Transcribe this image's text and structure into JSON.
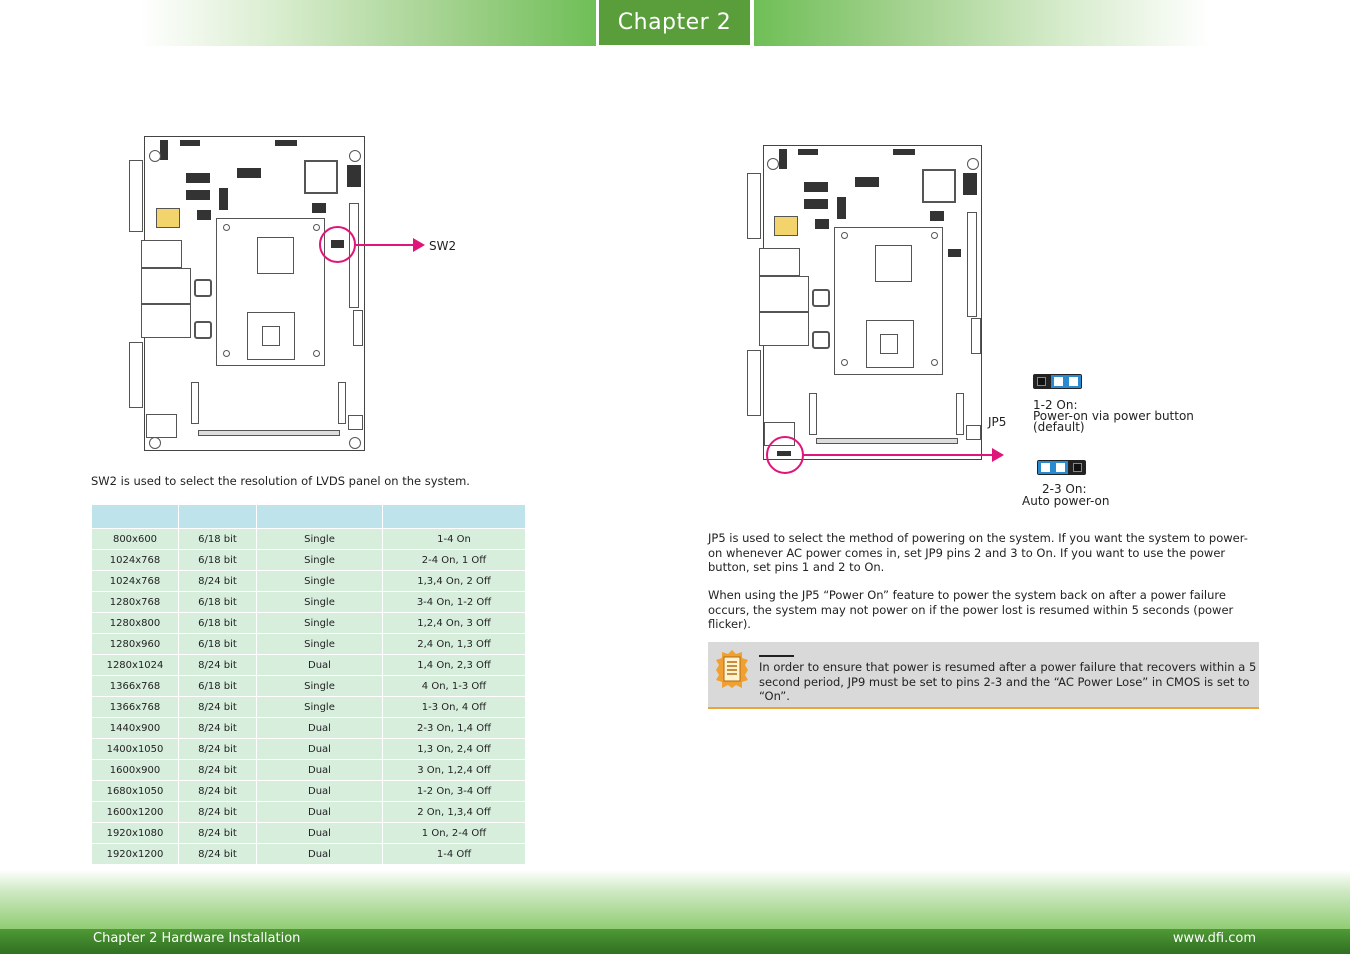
{
  "header": {
    "chapter_tab": "Chapter 2"
  },
  "footer": {
    "left": "Chapter 2 Hardware Installation",
    "right": "www.dfi.com"
  },
  "left": {
    "callout_label": "SW2",
    "description": "SW2 is used to select the resolution of LVDS panel on the system.",
    "table": {
      "headers": [
        "",
        "",
        "",
        ""
      ],
      "rows": [
        [
          "800x600",
          "6/18 bit",
          "Single",
          "1-4 On"
        ],
        [
          "1024x768",
          "6/18 bit",
          "Single",
          "2-4 On, 1 Off"
        ],
        [
          "1024x768",
          "8/24 bit",
          "Single",
          "1,3,4 On, 2 Off"
        ],
        [
          "1280x768",
          "6/18 bit",
          "Single",
          "3-4 On, 1-2 Off"
        ],
        [
          "1280x800",
          "6/18 bit",
          "Single",
          "1,2,4 On, 3 Off"
        ],
        [
          "1280x960",
          "6/18 bit",
          "Single",
          "2,4 On, 1,3 Off"
        ],
        [
          "1280x1024",
          "8/24 bit",
          "Dual",
          "1,4 On, 2,3 Off"
        ],
        [
          "1366x768",
          "6/18 bit",
          "Single",
          "4 On, 1-3 Off"
        ],
        [
          "1366x768",
          "8/24 bit",
          "Single",
          "1-3 On, 4 Off"
        ],
        [
          "1440x900",
          "8/24 bit",
          "Dual",
          "2-3 On, 1,4 Off"
        ],
        [
          "1400x1050",
          "8/24 bit",
          "Dual",
          "1,3 On, 2,4 Off"
        ],
        [
          "1600x900",
          "8/24 bit",
          "Dual",
          "3 On, 1,2,4 Off"
        ],
        [
          "1680x1050",
          "8/24 bit",
          "Dual",
          "1-2 On, 3-4 Off"
        ],
        [
          "1600x1200",
          "8/24 bit",
          "Dual",
          "2 On, 1,3,4 Off"
        ],
        [
          "1920x1080",
          "8/24 bit",
          "Dual",
          "1 On, 2-4 Off"
        ],
        [
          "1920x1200",
          "8/24 bit",
          "Dual",
          "1-4 Off"
        ]
      ]
    }
  },
  "right": {
    "callout_label": "JP5",
    "option1_title": "1-2 On:",
    "option1_desc": "Power-on via power button",
    "option1_note": "(default)",
    "option2_title": "2-3 On:",
    "option2_desc": "Auto power-on",
    "para1": "JP5 is used to select the method of powering on the system. If you want the system to power-on whenever AC power comes in, set JP9 pins 2 and 3 to On. If you want to use the power button, set pins 1 and 2 to On.",
    "para2": "When using the JP5 “Power On” feature to power the system back on after a power failure occurs, the system may not power on if the power lost is resumed within 5 seconds (power flicker).",
    "note": "In order to ensure that power is resumed after a power failure that recovers within a 5 second period, JP9 must be set to pins 2-3 and the “AC Power Lose” in CMOS is set to “On”.",
    "note_icon": "note-icon"
  },
  "colors": {
    "accent_green": "#5a9e3c",
    "callout_pink": "#e0157a",
    "table_header": "#bfe3ea",
    "table_cell": "#d7eedd",
    "jumper_cap": "#2a8ad0"
  }
}
